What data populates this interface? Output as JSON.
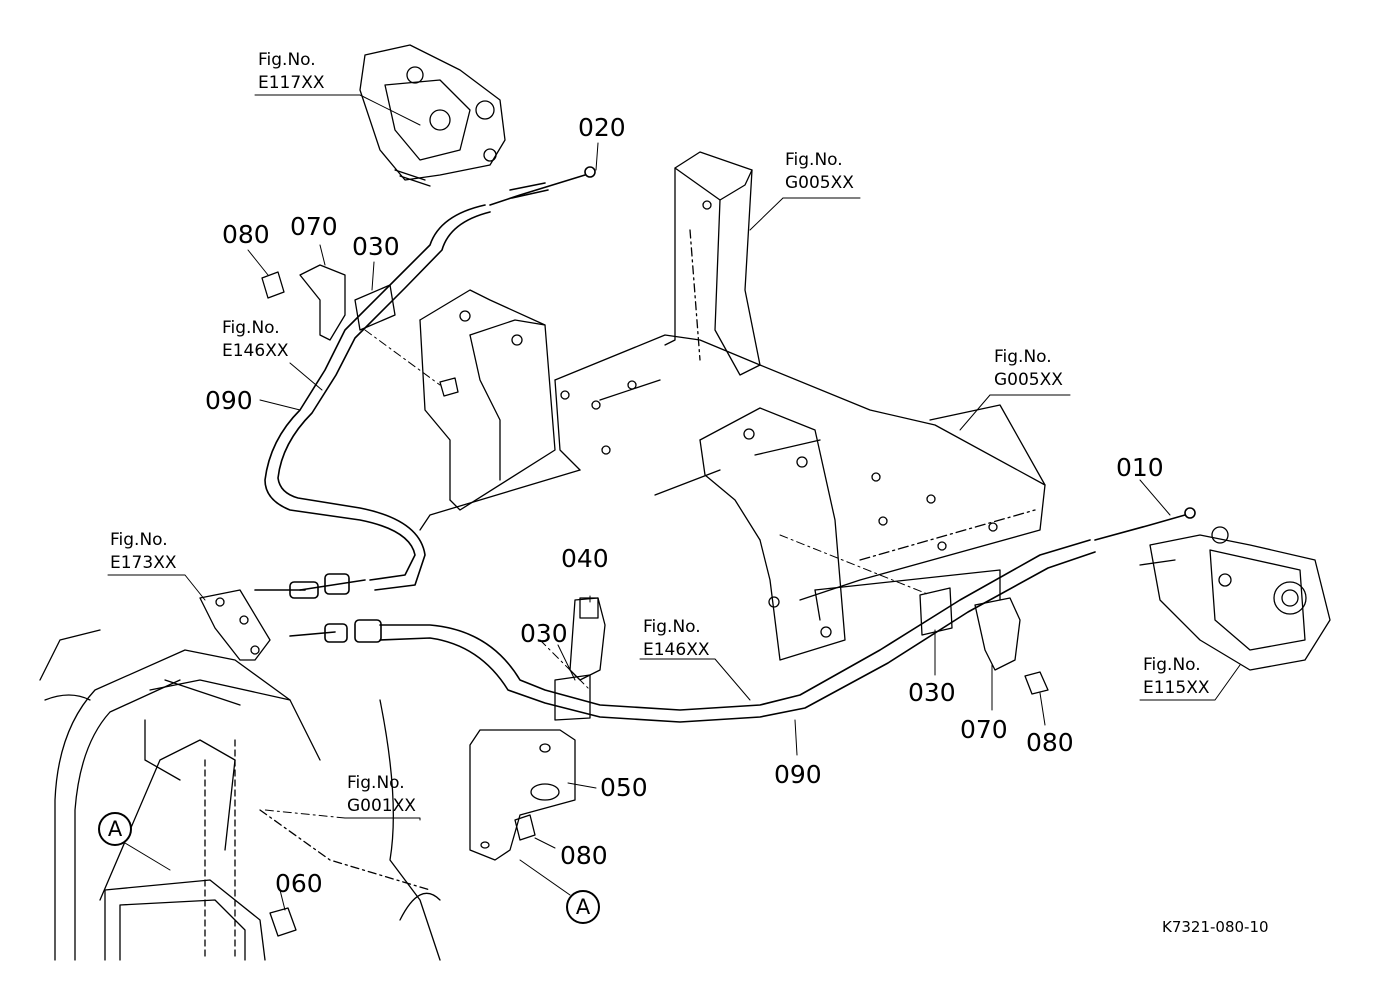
{
  "parts": {
    "p010": "010",
    "p020": "020",
    "p030_a": "030",
    "p030_b": "030",
    "p030_c": "030",
    "p040": "040",
    "p050": "050",
    "p060": "060",
    "p070_a": "070",
    "p070_b": "070",
    "p080_a": "080",
    "p080_b": "080",
    "p080_c": "080",
    "p090_a": "090",
    "p090_b": "090"
  },
  "figrefs": {
    "e117": {
      "line1": "Fig.No.",
      "line2": "E117XX"
    },
    "g005_top": {
      "line1": "Fig.No.",
      "line2": "G005XX"
    },
    "g005_mid": {
      "line1": "Fig.No.",
      "line2": "G005XX"
    },
    "e146_left": {
      "line1": "Fig.No.",
      "line2": "E146XX"
    },
    "e146_center": {
      "line1": "Fig.No.",
      "line2": "E146XX"
    },
    "e173": {
      "line1": "Fig.No.",
      "line2": "E173XX"
    },
    "e115": {
      "line1": "Fig.No.",
      "line2": "E115XX"
    },
    "g001": {
      "line1": "Fig.No.",
      "line2": "G001XX"
    }
  },
  "view_markers": {
    "a1": "A",
    "a2": "A"
  },
  "drawing_code": "K7321-080-10",
  "icons": [
    "brake-caliper-icon",
    "parking-brake-cable-icon",
    "cable-clamp-icon",
    "bracket-icon",
    "bolt-icon"
  ]
}
